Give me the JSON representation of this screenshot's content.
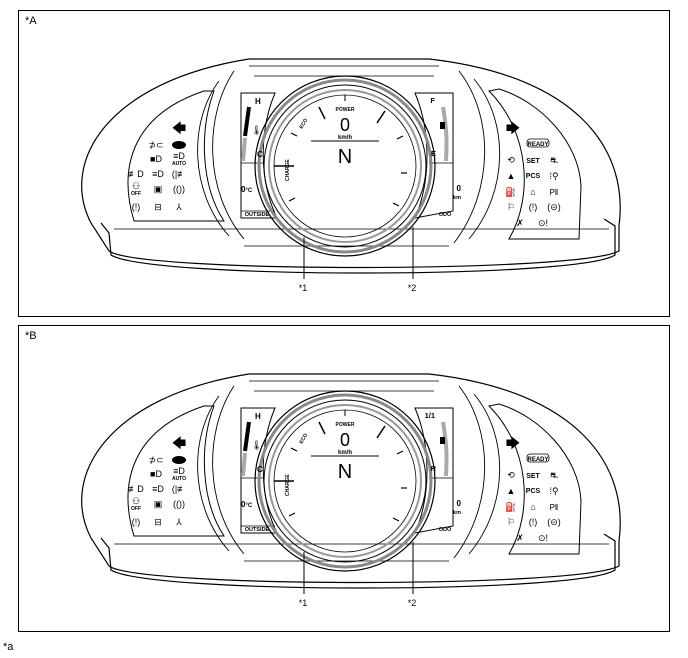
{
  "clusters": [
    {
      "label": "*A",
      "speed": "0",
      "speed_unit": "km/h",
      "gear": "N",
      "dial_power": "POWER",
      "dial_eco": "ECO",
      "dial_charge": "CHARGE",
      "temp_high": "H",
      "temp_low": "C",
      "outside_temp": "0",
      "outside_temp_unit": "°C",
      "outside_label": "OUTSIDE",
      "fuel_top": "F",
      "fuel_bottom": "E",
      "odo_value": "0",
      "odo_unit": "km",
      "odo_label": "ODO",
      "indicator_ready": "READY",
      "indicator_set": "SET",
      "indicator_pcs": "PCS",
      "indicator_auto": "AUTO",
      "indicator_off": "OFF",
      "callout_1": "*1",
      "callout_2": "*2"
    },
    {
      "label": "*B",
      "speed": "0",
      "speed_unit": "km/h",
      "gear": "N",
      "dial_power": "POWER",
      "dial_eco": "ECO",
      "dial_charge": "CHARGE",
      "temp_high": "H",
      "temp_low": "C",
      "outside_temp": "0",
      "outside_temp_unit": "°C",
      "outside_label": "OUTSIDE",
      "fuel_top": "1/1",
      "fuel_bottom": "R",
      "odo_value": "0",
      "odo_unit": "km",
      "odo_label": "ODO",
      "indicator_ready": "READY",
      "indicator_set": "SET",
      "indicator_pcs": "PCS",
      "indicator_auto": "AUTO",
      "indicator_off": "OFF",
      "callout_1": "*1",
      "callout_2": "*2"
    }
  ],
  "footnote": "*a"
}
